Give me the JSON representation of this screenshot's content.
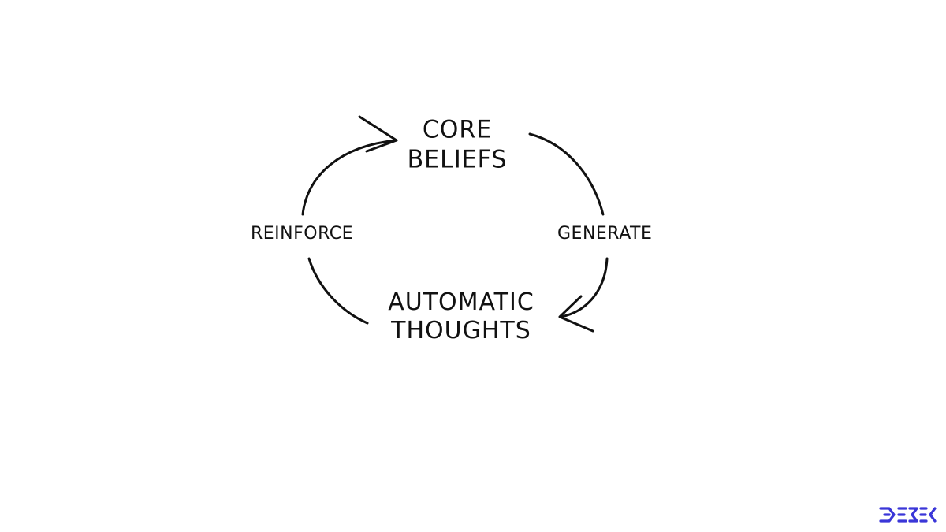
{
  "diagram": {
    "nodes": [
      {
        "id": "core_beliefs",
        "lines": [
          "CORE",
          "BELIEFS"
        ]
      },
      {
        "id": "automatic_thoughts",
        "lines": [
          "AUTOMATIC",
          "THOUGHTS"
        ]
      }
    ],
    "edges": [
      {
        "from": "core_beliefs",
        "to": "automatic_thoughts",
        "label": "GENERATE"
      },
      {
        "from": "automatic_thoughts",
        "to": "core_beliefs",
        "label": "REINFORCE"
      }
    ],
    "stroke_color": "#111111",
    "text_color": "#111111"
  },
  "brand": {
    "logo_icon": "brand-logo-icon",
    "color": "#3a36d8"
  }
}
